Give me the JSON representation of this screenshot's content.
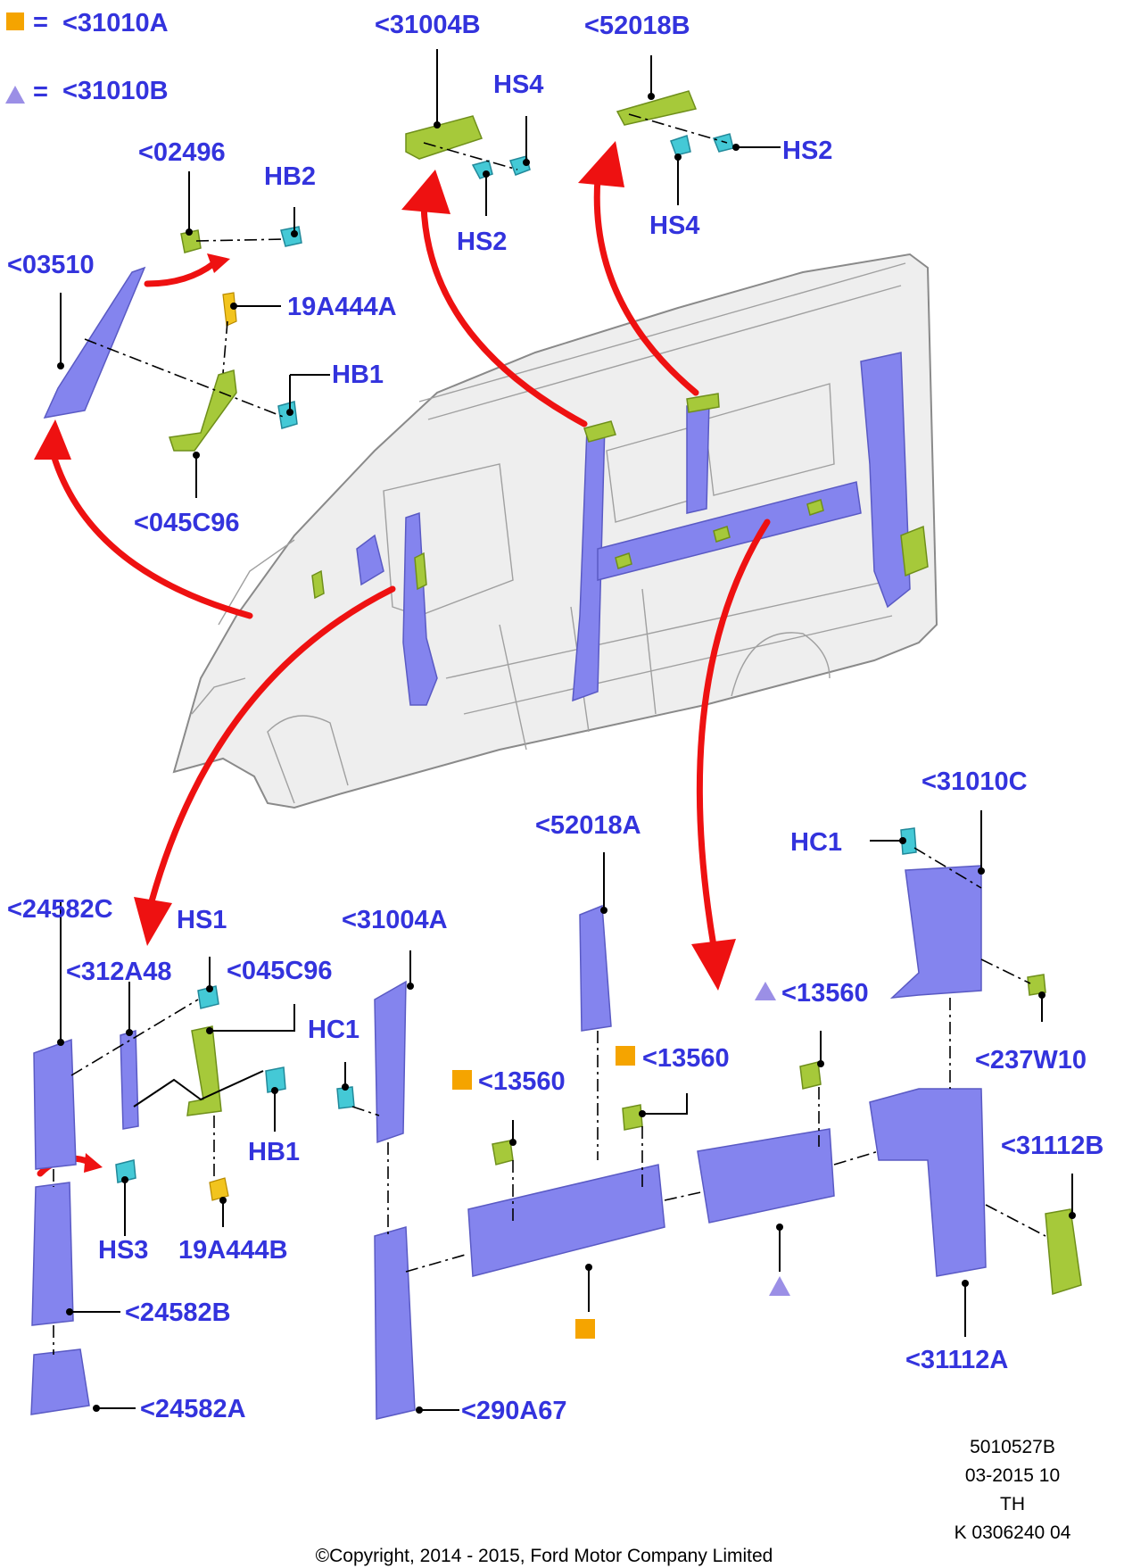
{
  "legend": {
    "square_label": "<31010A",
    "triangle_label": "<31010B",
    "equals": "=",
    "square_color": "#f5a400",
    "triangle_color": "#9b8fe6"
  },
  "labels": {
    "l31004B": "<31004B",
    "l52018B": "<52018B",
    "lHS4a": "HS4",
    "lHS2a": "HS2",
    "lHS2b": "HS2",
    "lHS4b": "HS4",
    "l02496": "<02496",
    "lHB2": "HB2",
    "l03510": "<03510",
    "l19A444A": "19A444A",
    "lHB1a": "HB1",
    "l045C96a": "<045C96",
    "l31010C": "<31010C",
    "l52018A": "<52018A",
    "lHC1a": "HC1",
    "l24582C": "<24582C",
    "lHS1": "HS1",
    "l31004A": "<31004A",
    "l312A48": "<312A48",
    "l045C96b": "<045C96",
    "lHC1b": "HC1",
    "l13560a": "<13560",
    "l13560b": "<13560",
    "l13560c": "<13560",
    "l237W10": "<237W10",
    "lHB1b": "HB1",
    "l31112B": "<31112B",
    "lHS3": "HS3",
    "l19A444B": "19A444B",
    "l24582B": "<24582B",
    "l31112A": "<31112A",
    "l24582A": "<24582A",
    "l290A67": "<290A67"
  },
  "meta": {
    "ref": "5010527B",
    "date": "03-2015 10",
    "code": "TH",
    "k": "K 0306240 04"
  },
  "footer": {
    "copyright": "©Copyright, 2014 - 2015, Ford Motor Company Limited"
  }
}
